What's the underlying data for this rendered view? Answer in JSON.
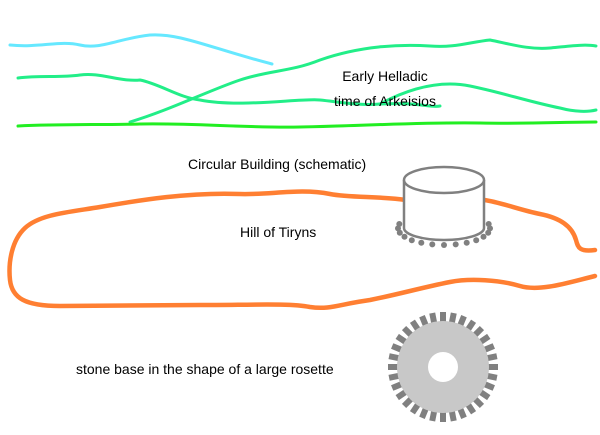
{
  "labels": {
    "era_line1": "Early Helladic",
    "era_line2": "time of Arkeisios",
    "circular_building": "Circular Building (schematic)",
    "hill": "Hill of Tiryns",
    "stone_base": "stone base in the shape of a large rosette"
  },
  "colors": {
    "far_mountain": "#66e8ff",
    "mid_hills": "#22ee88",
    "ground_line": "#22ee22",
    "hill_outline": "#ff7f32",
    "building_stone": "#808080",
    "rosette_fill": "#c8c8c8"
  }
}
